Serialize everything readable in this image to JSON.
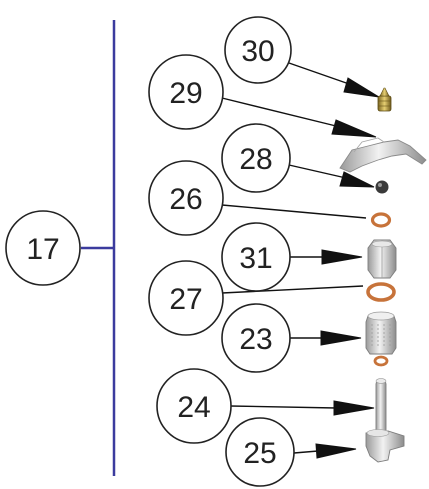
{
  "diagram": {
    "assembly_balloon": {
      "label": "17"
    },
    "balloons": [
      {
        "id": "b30",
        "label": "30",
        "part": "tip-nozzle"
      },
      {
        "id": "b29",
        "label": "29",
        "part": "lever-clip"
      },
      {
        "id": "b28",
        "label": "28",
        "part": "ball"
      },
      {
        "id": "b26",
        "label": "26",
        "part": "o-ring-small"
      },
      {
        "id": "b31",
        "label": "31",
        "part": "hex-nut"
      },
      {
        "id": "b27",
        "label": "27",
        "part": "o-ring-large"
      },
      {
        "id": "b23",
        "label": "23",
        "part": "knurled-bushing"
      },
      {
        "id": "b24",
        "label": "24",
        "part": "spindle-pin"
      },
      {
        "id": "b25",
        "label": "25",
        "part": "base-flange"
      }
    ],
    "colors": {
      "bracket_line": "#3b3b9e",
      "leader": "#111111",
      "ring": "#c7733a",
      "metal": "#c9c9c9",
      "brass": "#c9a640"
    }
  }
}
